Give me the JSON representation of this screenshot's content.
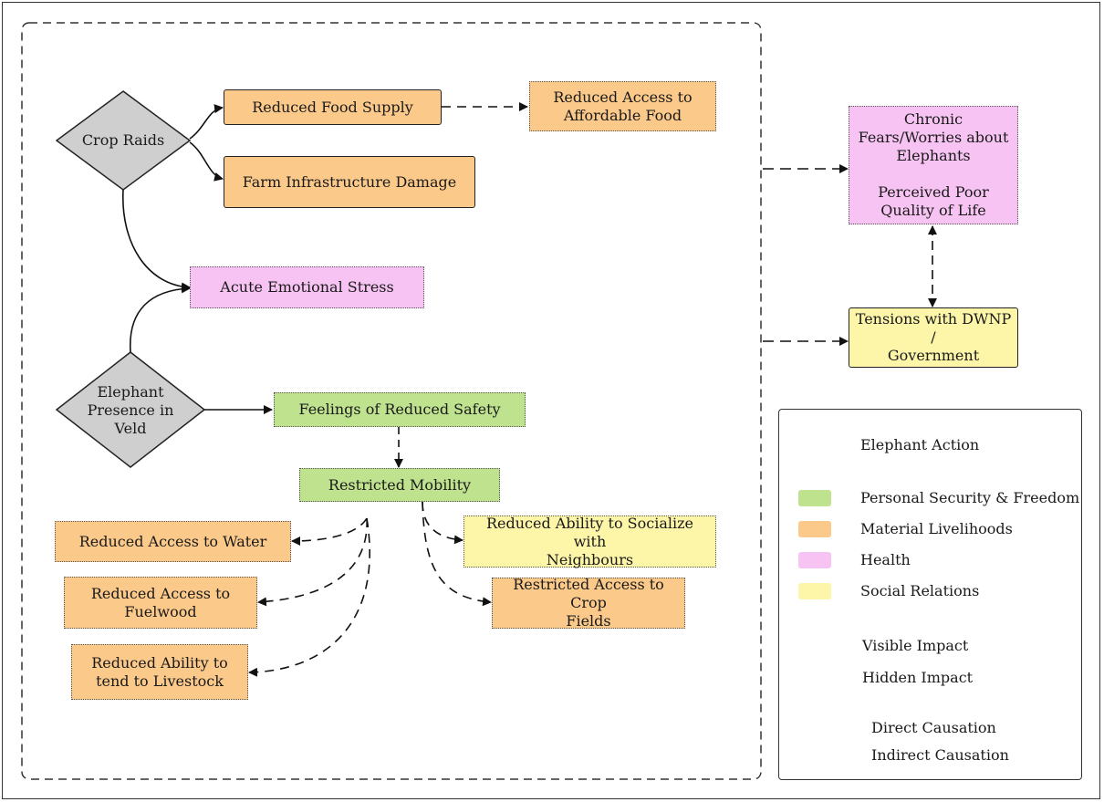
{
  "colors": {
    "material": "#fbc98a",
    "personal": "#bfe28f",
    "health": "#f7c3f2",
    "social": "#fdf5a8",
    "action": "#cfcfcf"
  },
  "nodes": {
    "crop_raids": "Crop Raids",
    "elephant_presence": "Elephant\nPresence in\nVeld",
    "reduced_food_supply": "Reduced Food Supply",
    "farm_infrastructure": "Farm Infrastructure Damage",
    "reduced_affordable_food": "Reduced Access to\nAffordable Food",
    "acute_stress": "Acute Emotional Stress",
    "chronic_fears": "Chronic\nFears/Worries about\nElephants\n\nPerceived Poor\nQuality of Life",
    "tensions_dwnp": "Tensions with DWNP /\nGovernment",
    "reduced_safety": "Feelings of Reduced Safety",
    "restricted_mobility": "Restricted Mobility",
    "access_water": "Reduced Access to Water",
    "access_fuelwood": "Reduced Access to\nFuelwood",
    "tend_livestock": "Reduced Ability to\ntend to Livestock",
    "socialize": "Reduced Ability to Socialize with\nNeighbours",
    "crop_fields": "Restricted Access to Crop\nFields"
  },
  "legend": {
    "elephant_action": "Elephant Action",
    "personal_security": "Personal Security & Freedom",
    "material_livelihoods": "Material Livelihoods",
    "health": "Health",
    "social_relations": "Social Relations",
    "visible_impact": "Visible Impact",
    "hidden_impact": "Hidden Impact",
    "direct_causation": "Direct Causation",
    "indirect_causation": "Indirect Causation"
  }
}
